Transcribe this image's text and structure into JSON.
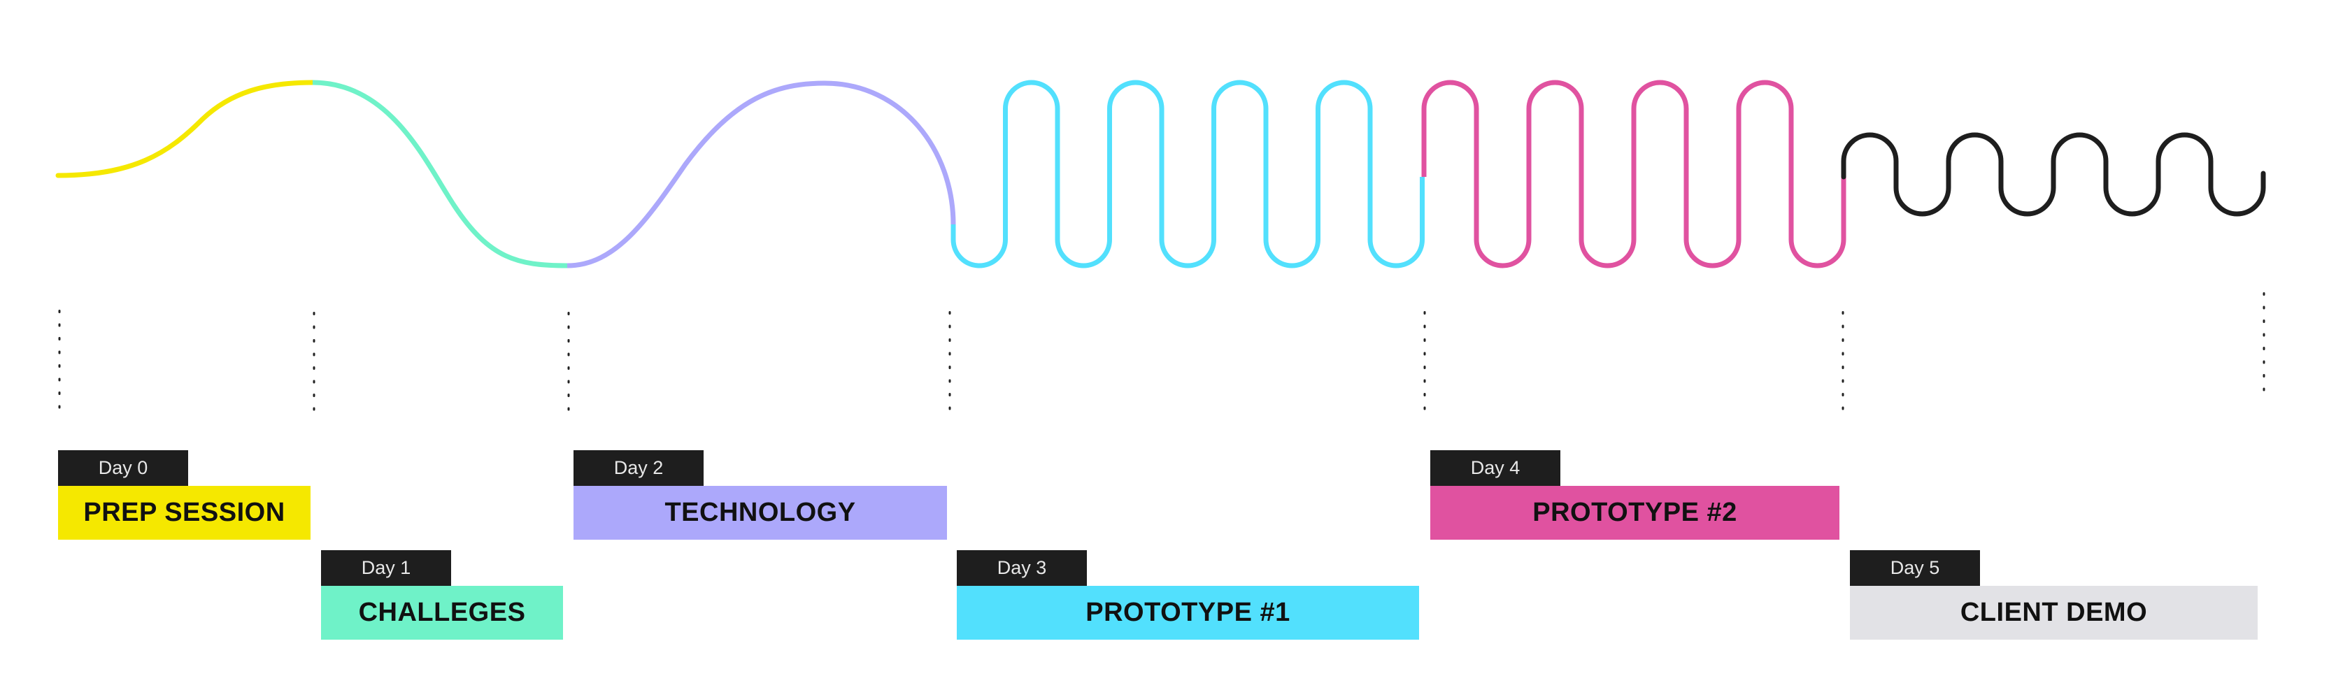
{
  "title": "Design sprint timeline",
  "phases": [
    {
      "day": "Day 0",
      "label": "PREP SESSION",
      "color": "#f5e800"
    },
    {
      "day": "Day 1",
      "label": "CHALLEGES",
      "color": "#6ff2c8"
    },
    {
      "day": "Day 2",
      "label": "TECHNOLOGY",
      "color": "#aca8fb"
    },
    {
      "day": "Day 3",
      "label": "PROTOTYPE #1",
      "color": "#52e0fd"
    },
    {
      "day": "Day 4",
      "label": "PROTOTYPE #2",
      "color": "#e052a0"
    },
    {
      "day": "Day 5",
      "label": "CLIENT DEMO",
      "color": "#e2e2e6"
    }
  ],
  "wave_colors": {
    "prep": "#f5e800",
    "challenges": "#6ff2c8",
    "technology": "#aca8fb",
    "prototype1": "#52e0fd",
    "prototype2": "#e052a0",
    "demo": "#1e1e1e"
  },
  "tag_color": "#1e1e1e",
  "divider_color": "#222222"
}
